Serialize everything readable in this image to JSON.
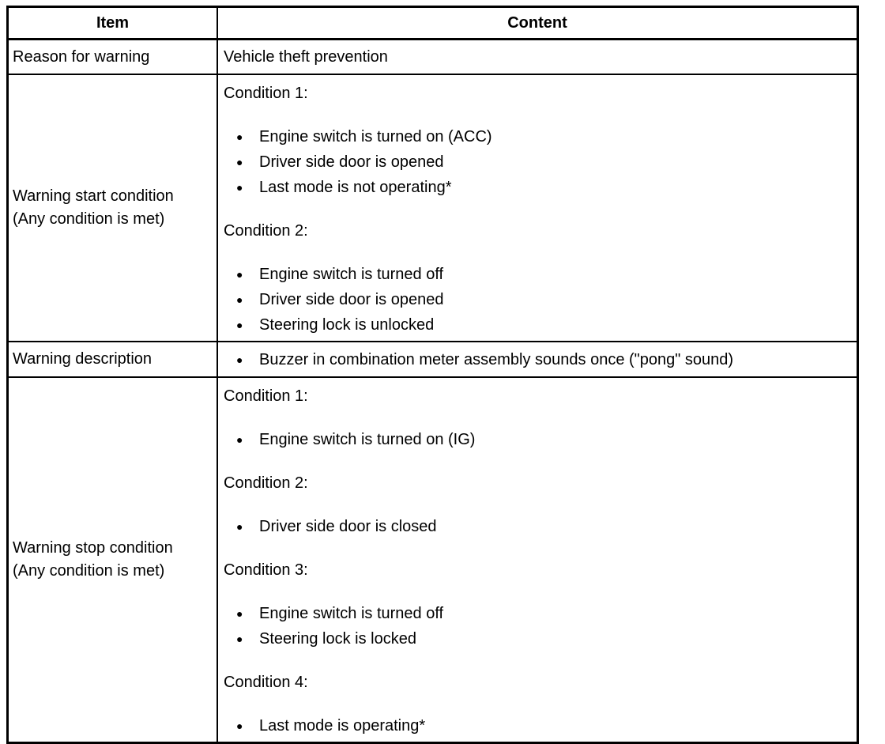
{
  "colors": {
    "background": "#ffffff",
    "text": "#000000",
    "border": "#000000"
  },
  "table": {
    "bullet_glyph": "●",
    "header": {
      "item": "Item",
      "content": "Content"
    },
    "rows": [
      {
        "item": "Reason for warning",
        "blocks": [
          {
            "type": "text",
            "text": "Vehicle theft prevention"
          }
        ]
      },
      {
        "item": "Warning start condition\n(Any condition is met)",
        "blocks": [
          {
            "type": "heading",
            "text": "Condition 1:"
          },
          {
            "type": "bullets",
            "items": [
              "Engine switch is turned on (ACC)",
              "Driver side door is opened",
              "Last mode is not operating*"
            ]
          },
          {
            "type": "heading",
            "text": "Condition 2:"
          },
          {
            "type": "bullets",
            "items": [
              "Engine switch is turned off",
              "Driver side door is opened",
              "Steering lock is unlocked"
            ]
          }
        ]
      },
      {
        "item": "Warning description",
        "blocks": [
          {
            "type": "bullets",
            "items": [
              "Buzzer in combination meter assembly sounds once (\"pong\" sound)"
            ]
          }
        ]
      },
      {
        "item": "Warning stop condition\n(Any condition is met)",
        "blocks": [
          {
            "type": "heading",
            "text": "Condition 1:"
          },
          {
            "type": "bullets",
            "items": [
              "Engine switch is turned on (IG)"
            ]
          },
          {
            "type": "heading",
            "text": "Condition 2:"
          },
          {
            "type": "bullets",
            "items": [
              "Driver side door is closed"
            ]
          },
          {
            "type": "heading",
            "text": "Condition 3:"
          },
          {
            "type": "bullets",
            "items": [
              "Engine switch is turned off",
              "Steering lock is locked"
            ]
          },
          {
            "type": "heading",
            "text": "Condition 4:"
          },
          {
            "type": "bullets",
            "items": [
              "Last mode is operating*"
            ]
          }
        ]
      }
    ]
  }
}
